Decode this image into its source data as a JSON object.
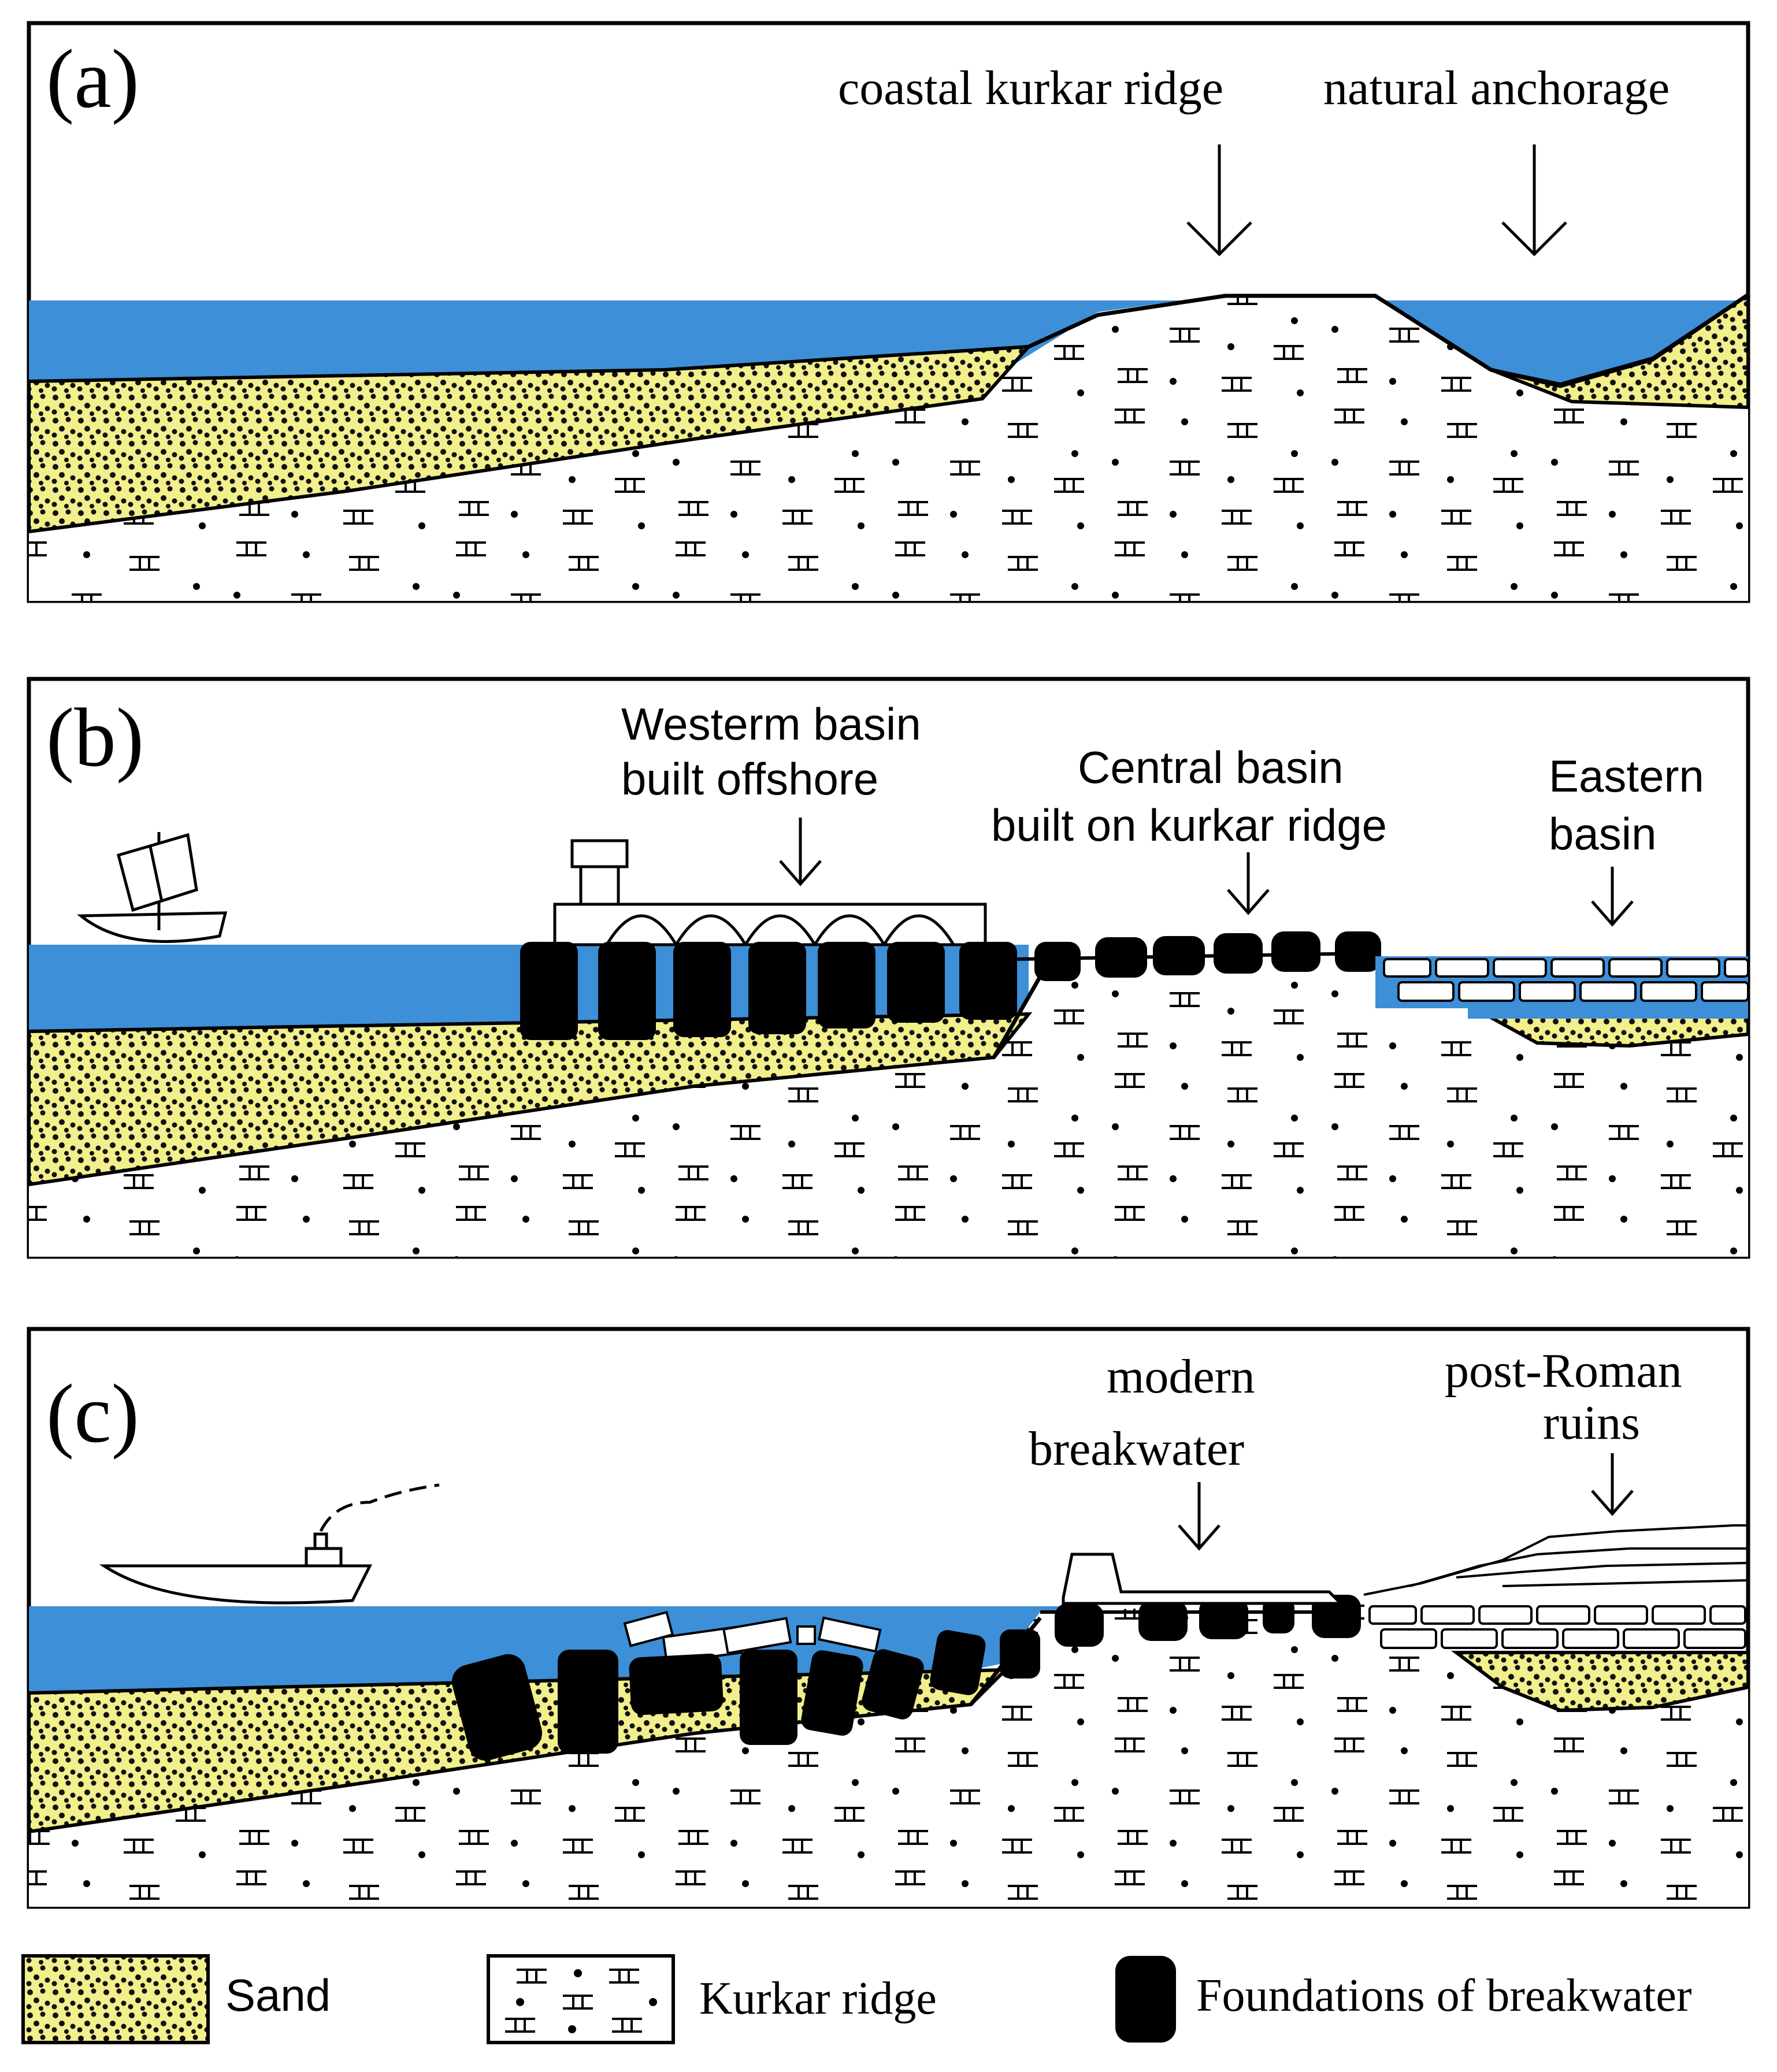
{
  "colors": {
    "water": "#3d8fd8",
    "sand": "#f2ef8c",
    "kurkar": "#ffffff",
    "breakwater": "#000000",
    "outline": "#000000"
  },
  "panels": [
    {
      "label": "(a)",
      "annotations": [
        "coastal kurkar ridge",
        "natural anchorage"
      ]
    },
    {
      "label": "(b)",
      "annotations": {
        "western_1": "Westerm basin",
        "western_2": "built offshore",
        "central_1": "Central basin",
        "central_2": "built  on kurkar ridge",
        "eastern_1": "Eastern",
        "eastern_2": "basin"
      }
    },
    {
      "label": "(c)",
      "annotations": {
        "modern_1": "modern",
        "modern_2": "breakwater",
        "post_1": "post-Roman",
        "post_2": "ruins"
      }
    }
  ],
  "legend": {
    "sand": "Sand",
    "kurkar": "Kurkar ridge",
    "foundations": "Foundations of breakwater"
  }
}
